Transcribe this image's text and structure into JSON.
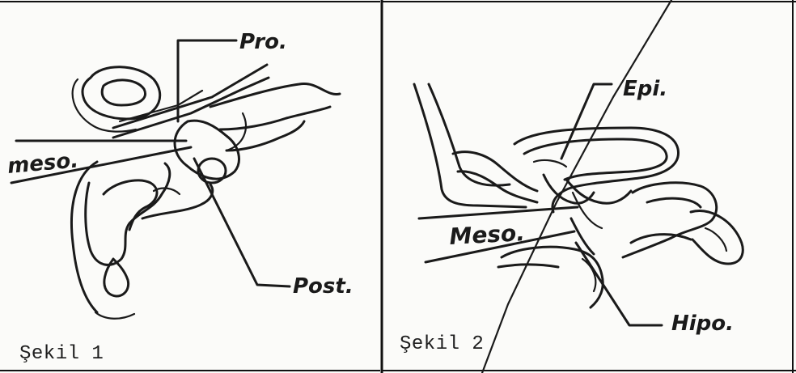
{
  "figures": [
    {
      "caption": "Şekil 1",
      "labels": {
        "pro": "Pro.",
        "meso": "meso.",
        "post": "Post."
      }
    },
    {
      "caption": "Şekil 2",
      "labels": {
        "epi": "Epi.",
        "meso": "Meso.",
        "hipo": "Hipo."
      }
    }
  ],
  "colors": {
    "ink": "#1a1a1a",
    "paper": "#fbfbf9"
  }
}
